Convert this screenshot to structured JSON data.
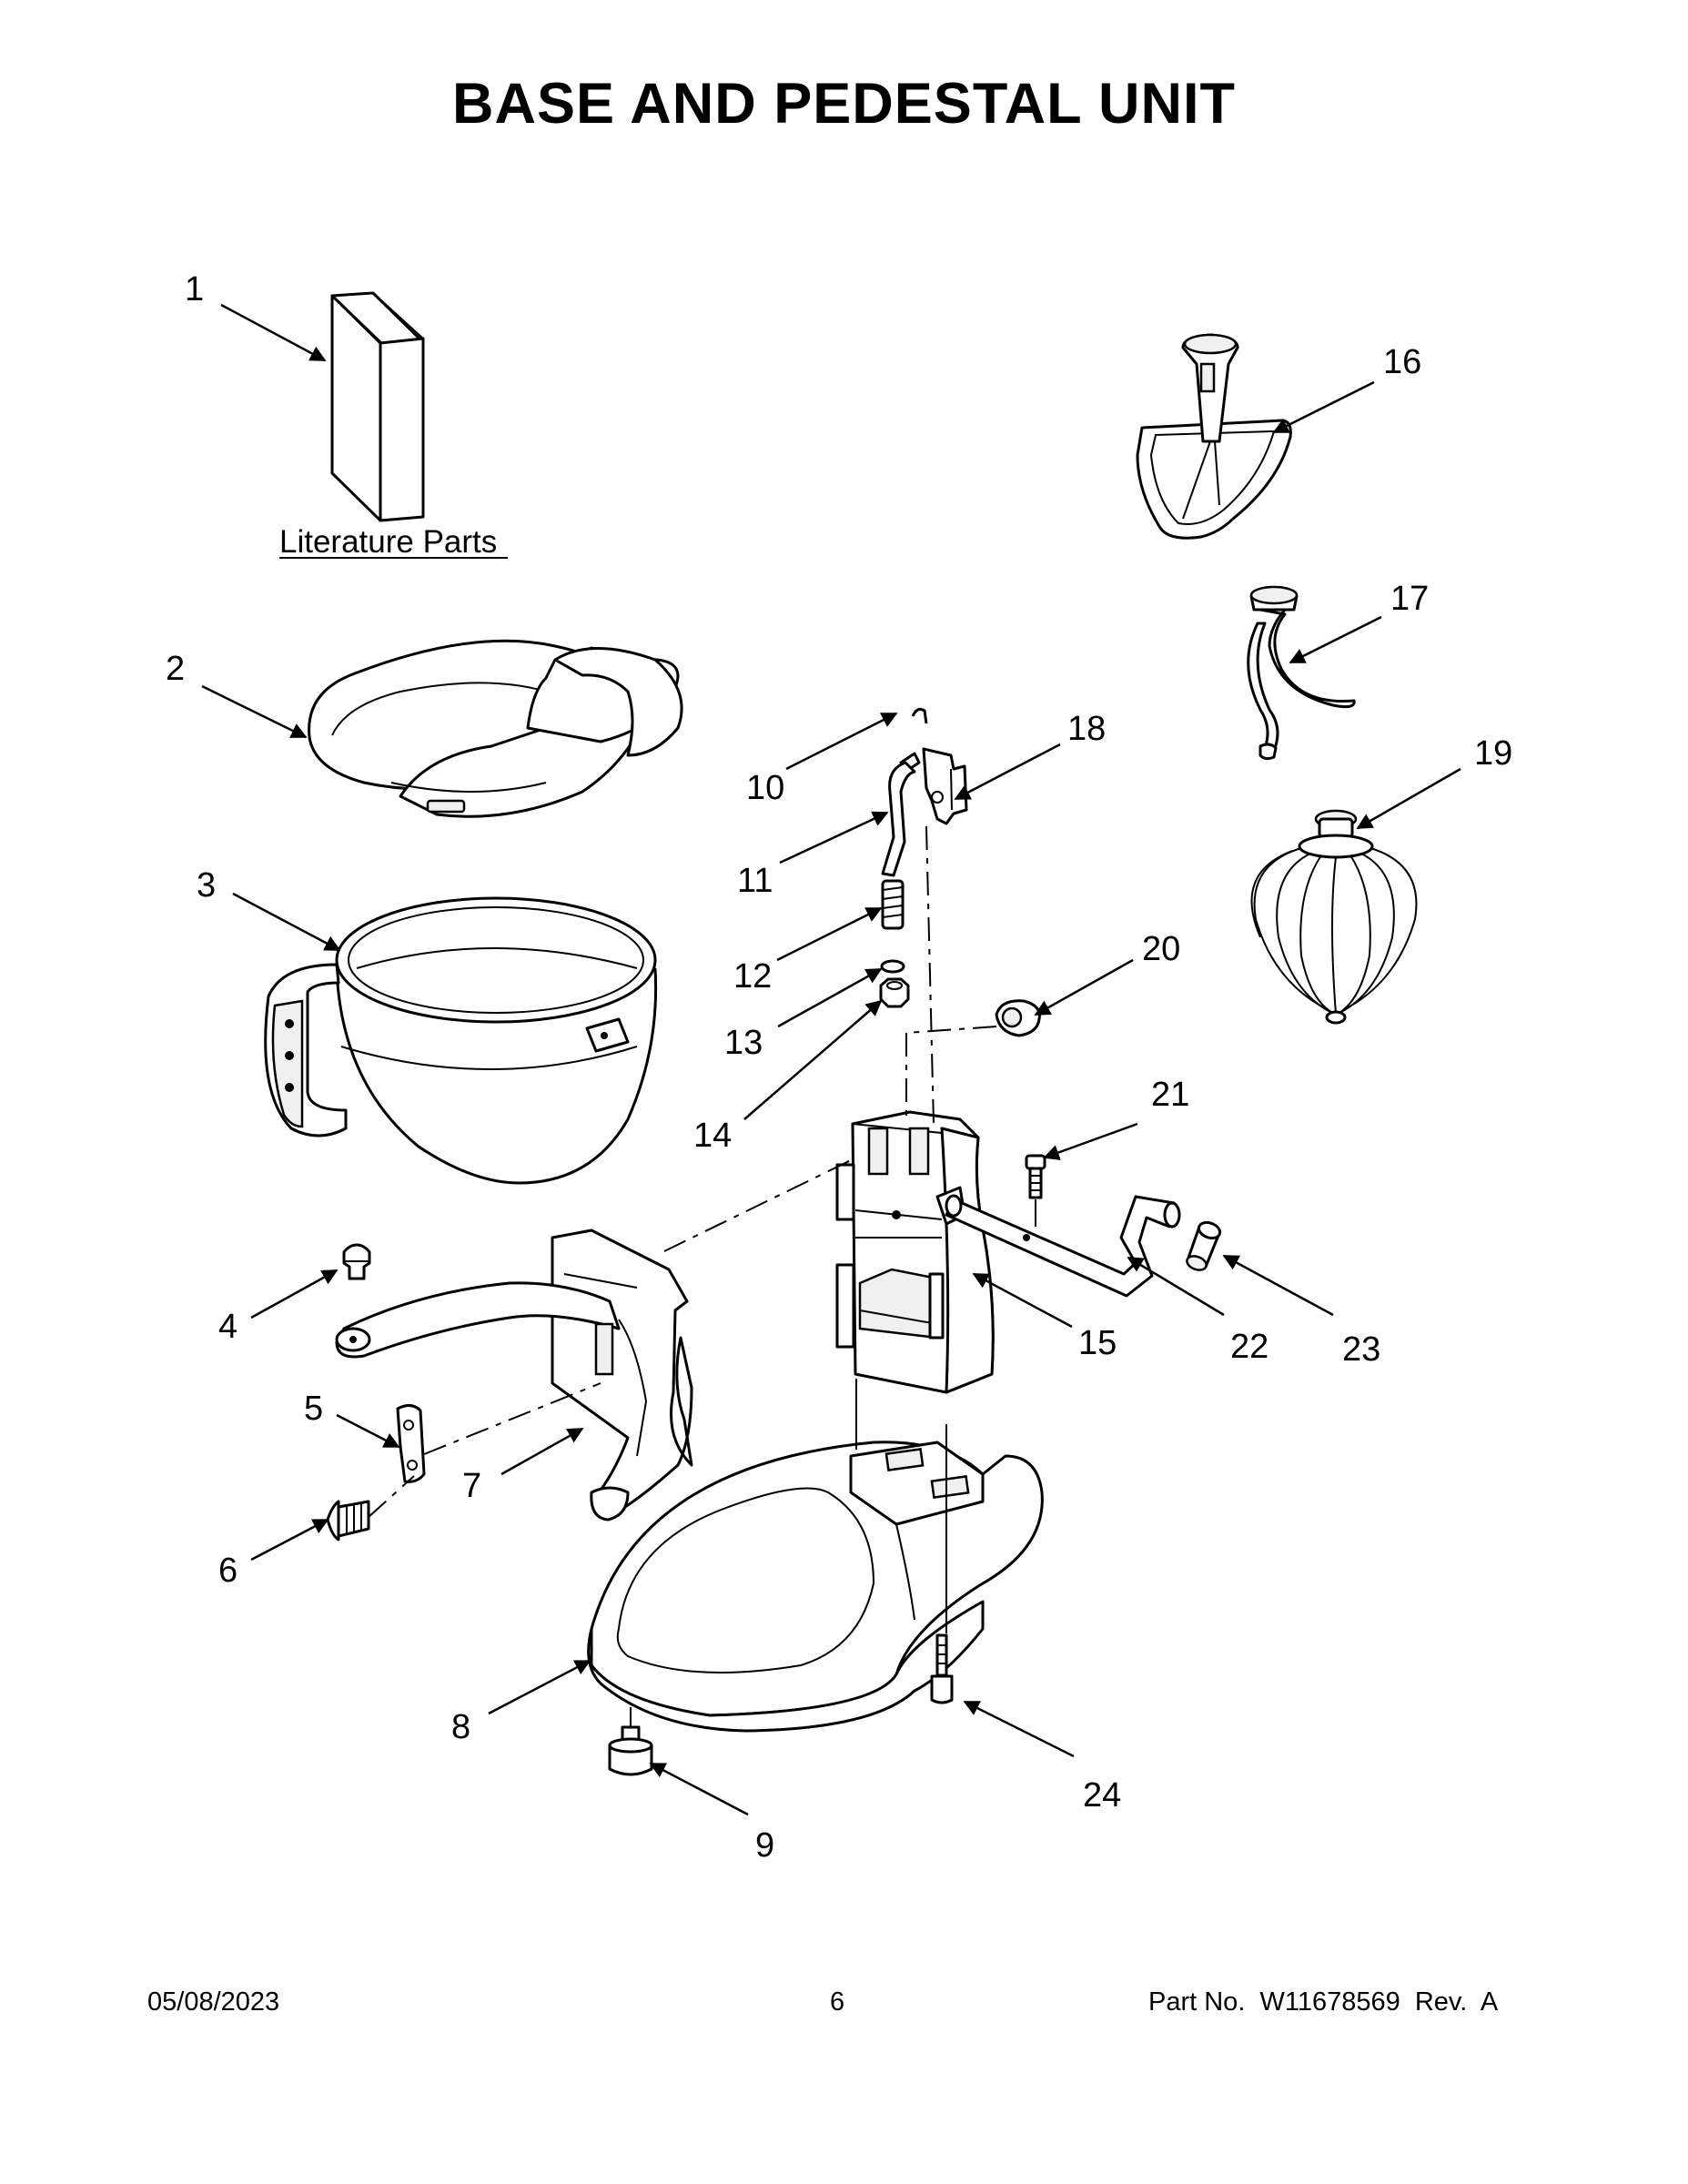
{
  "title": "BASE AND PEDESTAL UNIT",
  "literature_label": "Literature Parts",
  "callouts": [
    "1",
    "2",
    "3",
    "4",
    "5",
    "6",
    "7",
    "8",
    "9",
    "10",
    "11",
    "12",
    "13",
    "14",
    "15",
    "16",
    "17",
    "18",
    "19",
    "20",
    "21",
    "22",
    "23",
    "24"
  ],
  "footer": {
    "date": "05/08/2023",
    "page": "6",
    "part_number": "Part No.  W11678569  Rev.  A"
  }
}
